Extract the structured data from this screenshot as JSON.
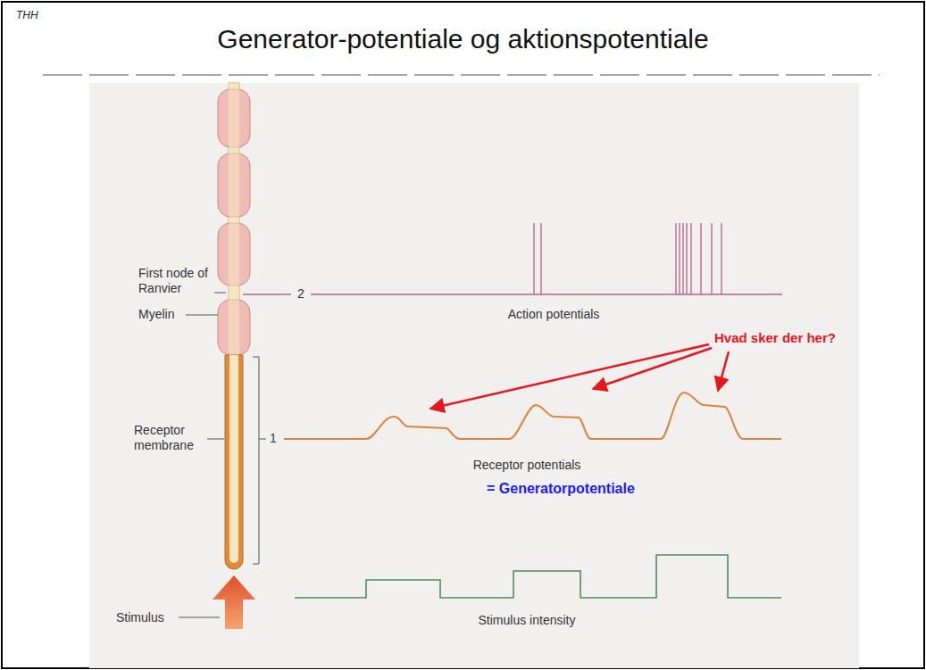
{
  "diagram": {
    "title": "Generator-potentiale og aktionspotentiale",
    "labels": [
      "THH",
      "First node of Ranvier",
      "Myelin",
      "Receptor membrane",
      "Stimulus",
      "2",
      "1",
      "Action potentials",
      "Receptor potentials",
      "= Generatorpotentiale",
      "Stimulus intensity",
      "Hvad sker der her?"
    ]
  }
}
